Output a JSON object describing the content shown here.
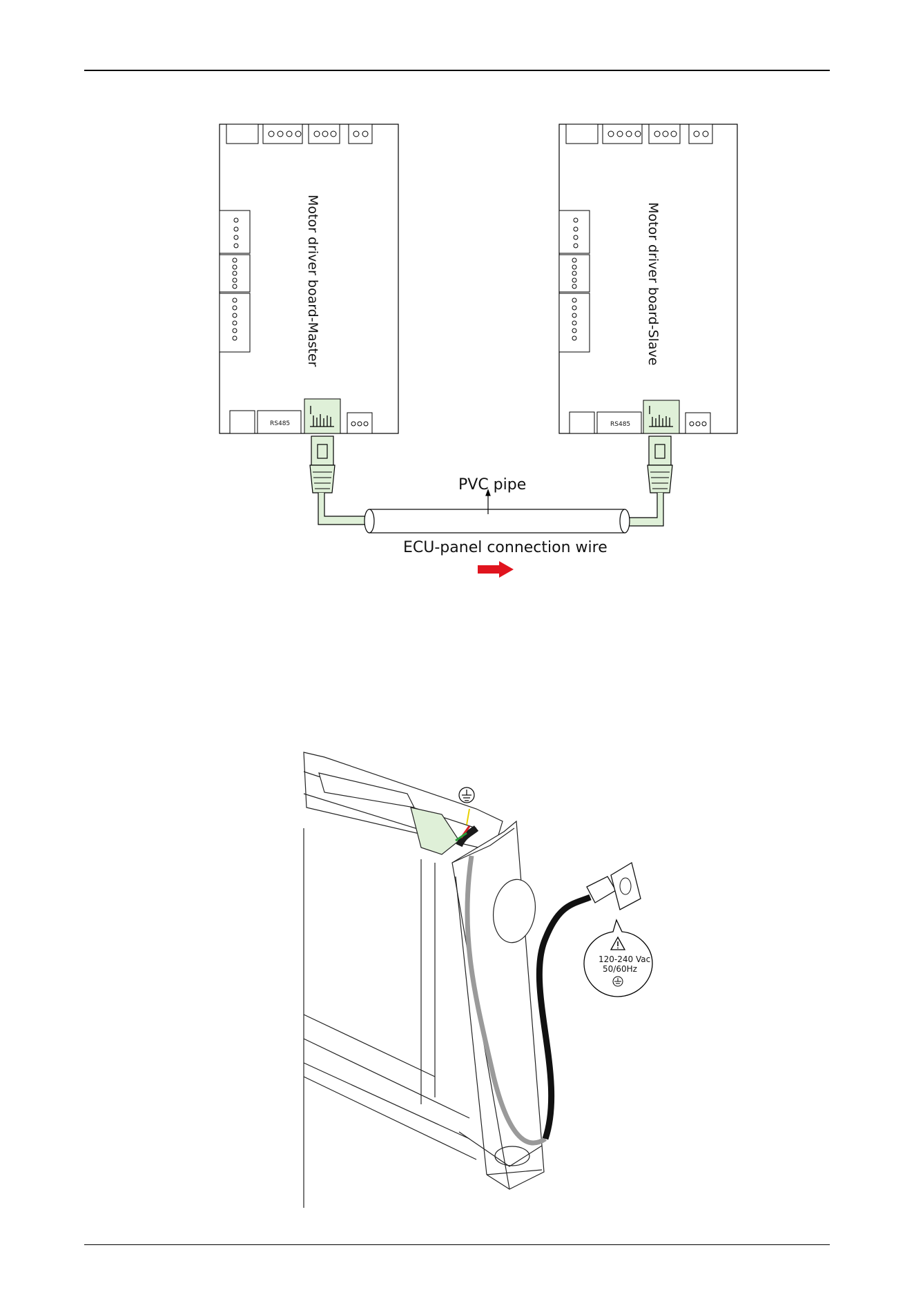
{
  "wiring_diagram": {
    "master_board_label": "Motor driver board-Master",
    "slave_board_label": "Motor driver board-Slave",
    "rs485_label": "RS485",
    "pvc_pipe_label": "PVC pipe",
    "connection_wire_label": "ECU-panel connection wire",
    "arrow_color": "#e0141e",
    "cable_color": "#dff0d8"
  },
  "power_diagram": {
    "voltage_label": "120-240 Vac",
    "frequency_label": "50/60Hz",
    "warning_icon": "warning-triangle-icon",
    "ground_icon": "ground-symbol-icon"
  }
}
